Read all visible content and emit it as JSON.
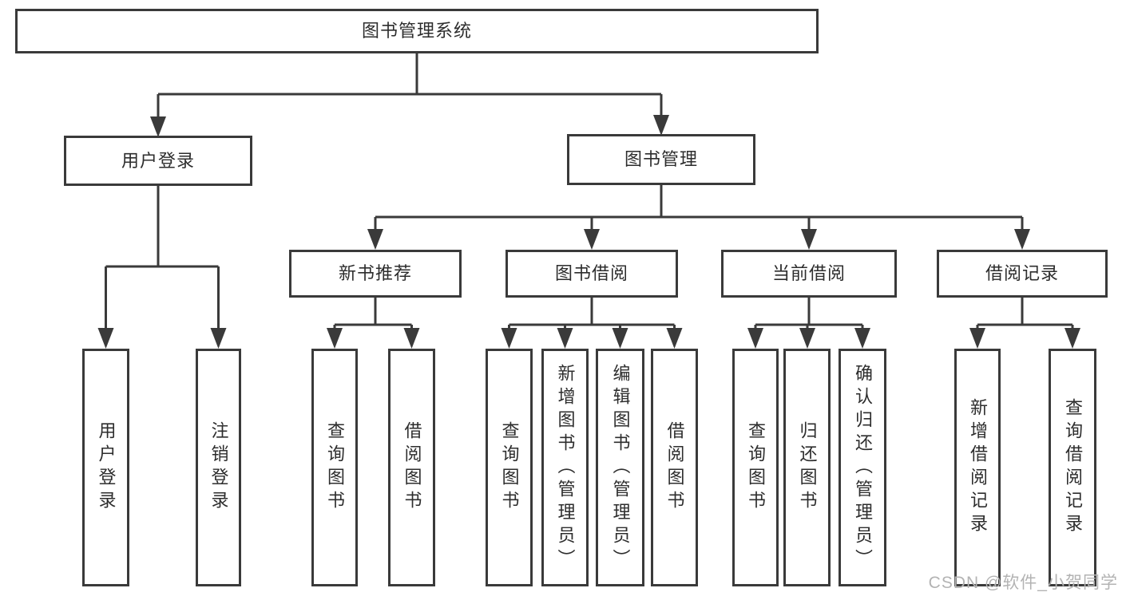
{
  "diagram": {
    "type": "hierarchy-tree",
    "orientation": "top-down"
  },
  "tree": {
    "label": "图书管理系统",
    "children": [
      {
        "label": "用户登录",
        "children": [
          {
            "label": "用户登录"
          },
          {
            "label": "注销登录"
          }
        ]
      },
      {
        "label": "图书管理",
        "children": [
          {
            "label": "新书推荐",
            "children": [
              {
                "label": "查询图书"
              },
              {
                "label": "借阅图书"
              }
            ]
          },
          {
            "label": "图书借阅",
            "children": [
              {
                "label": "查询图书"
              },
              {
                "label": "新增图书（管理员）"
              },
              {
                "label": "编辑图书（管理员）"
              },
              {
                "label": "借阅图书"
              }
            ]
          },
          {
            "label": "当前借阅",
            "children": [
              {
                "label": "查询图书"
              },
              {
                "label": "归还图书"
              },
              {
                "label": "确认归还（管理员）"
              }
            ]
          },
          {
            "label": "借阅记录",
            "children": [
              {
                "label": "新增借阅记录"
              },
              {
                "label": "查询借阅记录"
              }
            ]
          }
        ]
      }
    ]
  },
  "watermark": "CSDN @软件_小贺同学",
  "colors": {
    "line": "#3a3a3a",
    "box_border": "#3a3a3a",
    "box_fill": "#ffffff",
    "text": "#2d2d2d",
    "watermark": "#b3b3b3",
    "background": "#ffffff"
  }
}
